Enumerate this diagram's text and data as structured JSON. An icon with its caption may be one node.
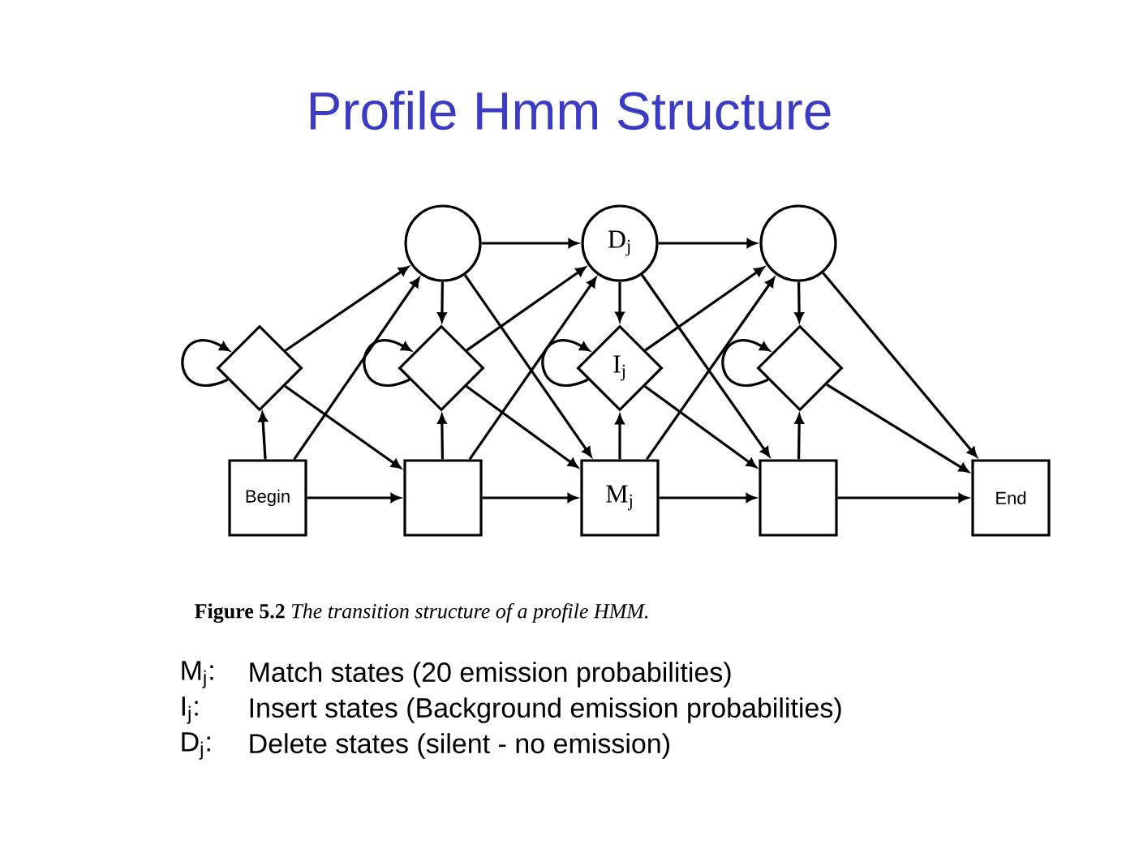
{
  "diagram": {
    "title": "Profile Hmm Structure",
    "caption": "**Figure 5.2** *The transition structure of a profile HMM.*",
    "nodes": [
      {
        "text": [],
        "shape": "circle"
      },
      {
        "text": [
          "D$_{j}$"
        ]
      },
      {
        "text": [],
        "shape": "circle"
      },
      {
        "text": [],
        "shape": "diamond"
      },
      {
        "text": [],
        "shape": "diamond"
      },
      {
        "text": [
          "I$_{j}$"
        ]
      },
      {
        "text": [],
        "shape": "diamond"
      },
      {
        "text": [
          "Begin"
        ]
      },
      {
        "text": [],
        "shape": "box"
      },
      {
        "text": [
          "M$_{j}$"
        ]
      },
      {
        "text": [],
        "shape": "box"
      },
      {
        "text": [
          "End"
        ]
      }
    ],
    "edges": [
      {
        "from": 7,
        "to": 3,
        "arrow": "to"
      },
      {
        "from": 7,
        "to": 8,
        "arrow": "to"
      },
      {
        "from": 7,
        "to": 0,
        "arrow": "to"
      },
      {
        "from": 3,
        "to": 3,
        "arrow": "to"
      },
      {
        "from": 3,
        "to": 0,
        "arrow": "to"
      },
      {
        "from": 3,
        "to": 8,
        "arrow": "to"
      },
      {
        "from": 0,
        "to": 4,
        "arrow": "to"
      },
      {
        "from": 0,
        "to": 1,
        "arrow": "to"
      },
      {
        "from": 0,
        "to": 9,
        "arrow": "to"
      },
      {
        "from": 8,
        "to": 4,
        "arrow": "to"
      },
      {
        "from": 8,
        "to": 9,
        "arrow": "to"
      },
      {
        "from": 8,
        "to": 1,
        "arrow": "to"
      },
      {
        "from": 4,
        "to": 4,
        "arrow": "to"
      },
      {
        "from": 4,
        "to": 1,
        "arrow": "to"
      },
      {
        "from": 4,
        "to": 9,
        "arrow": "to"
      },
      {
        "from": 1,
        "to": 5,
        "arrow": "to"
      },
      {
        "from": 1,
        "to": 2,
        "arrow": "to"
      },
      {
        "from": 1,
        "to": 10,
        "arrow": "to"
      },
      {
        "from": 9,
        "to": 5,
        "arrow": "to"
      },
      {
        "from": 9,
        "to": 10,
        "arrow": "to"
      },
      {
        "from": 9,
        "to": 2,
        "arrow": "to"
      },
      {
        "from": 5,
        "to": 5,
        "arrow": "to"
      },
      {
        "from": 5,
        "to": 2,
        "arrow": "to"
      },
      {
        "from": 5,
        "to": 10,
        "arrow": "to"
      },
      {
        "from": 2,
        "to": 6,
        "arrow": "to"
      },
      {
        "from": 2,
        "to": 11,
        "arrow": "to"
      },
      {
        "from": 10,
        "to": 6,
        "arrow": "to"
      },
      {
        "from": 10,
        "to": 11,
        "arrow": "to"
      },
      {
        "from": 6,
        "to": 6,
        "arrow": "to"
      },
      {
        "from": 6,
        "to": 11,
        "arrow": "to"
      }
    ],
    "labels": [
      "M$_{j}$:",
      "Match states (20 emission probabilities)",
      "I$_{j}$:",
      "Insert states (Background emission probabilities)",
      "D$_{j}$:",
      "Delete states (silent - no emission)"
    ]
  }
}
